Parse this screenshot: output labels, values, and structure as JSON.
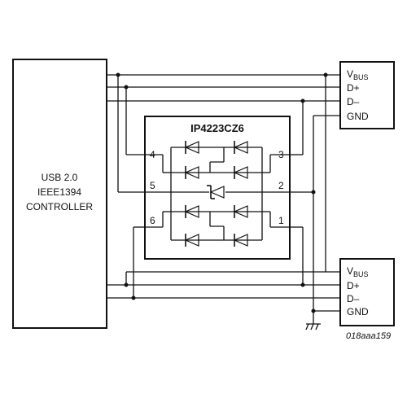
{
  "controller": {
    "lines": [
      "USB 2.0",
      "IEEE1394",
      "CONTROLLER"
    ]
  },
  "chip": {
    "name": "IP4223CZ6",
    "pins": {
      "p1": "1",
      "p2": "2",
      "p3": "3",
      "p4": "4",
      "p5": "5",
      "p6": "6"
    }
  },
  "connectors": [
    {
      "vbus_main": "V",
      "vbus_sub": "BUS",
      "dplus": "D+",
      "dminus": "D–",
      "gnd": "GND"
    },
    {
      "vbus_main": "V",
      "vbus_sub": "BUS",
      "dplus": "D+",
      "dminus": "D–",
      "gnd": "GND"
    }
  ],
  "figure_id": "018aaa159"
}
